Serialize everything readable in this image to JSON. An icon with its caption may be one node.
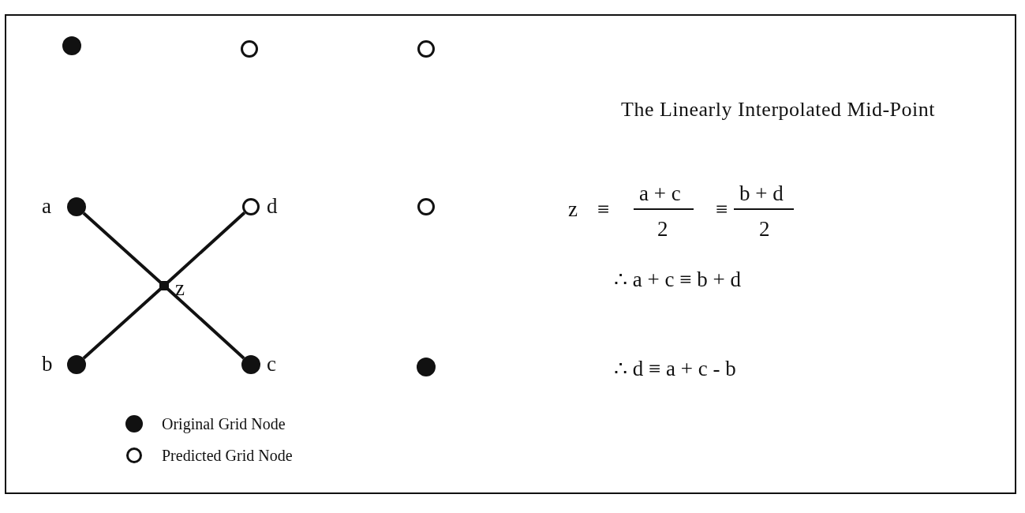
{
  "diagram": {
    "title": "The Linearly Interpolated Mid-Point",
    "nodes": [
      {
        "text": [],
        "shape": "dot"
      },
      {
        "text": [],
        "shape": "circle"
      },
      {
        "text": [],
        "shape": "circle"
      },
      {
        "text": [],
        "shape": "dot",
        "beside": [
          "a"
        ]
      },
      {
        "text": [],
        "shape": "circle",
        "beside": [
          "d"
        ]
      },
      {
        "text": [],
        "shape": "circle"
      },
      {
        "text": [],
        "shape": "box",
        "beside": [
          "z"
        ]
      },
      {
        "text": [],
        "shape": "dot",
        "beside": [
          "b"
        ]
      },
      {
        "text": [],
        "shape": "dot",
        "beside": [
          "c"
        ]
      },
      {
        "text": [],
        "shape": "dot"
      }
    ],
    "edges": [
      {
        "from": 3,
        "to": 6,
        "arrow": "none"
      },
      {
        "from": 6,
        "to": 8,
        "arrow": "none"
      },
      {
        "from": 4,
        "to": 6,
        "arrow": "none"
      },
      {
        "from": 6,
        "to": 7,
        "arrow": "none"
      }
    ],
    "labels": [
      "z",
      "≡",
      "a + c",
      "2",
      "≡",
      "b + d",
      "2",
      "∴ a + c ≡ b + d",
      "∴ d ≡ a + c - b"
    ],
    "legend": [
      {
        "text": "Original Grid Node"
      },
      {
        "text": "Predicted Grid Node"
      }
    ]
  }
}
